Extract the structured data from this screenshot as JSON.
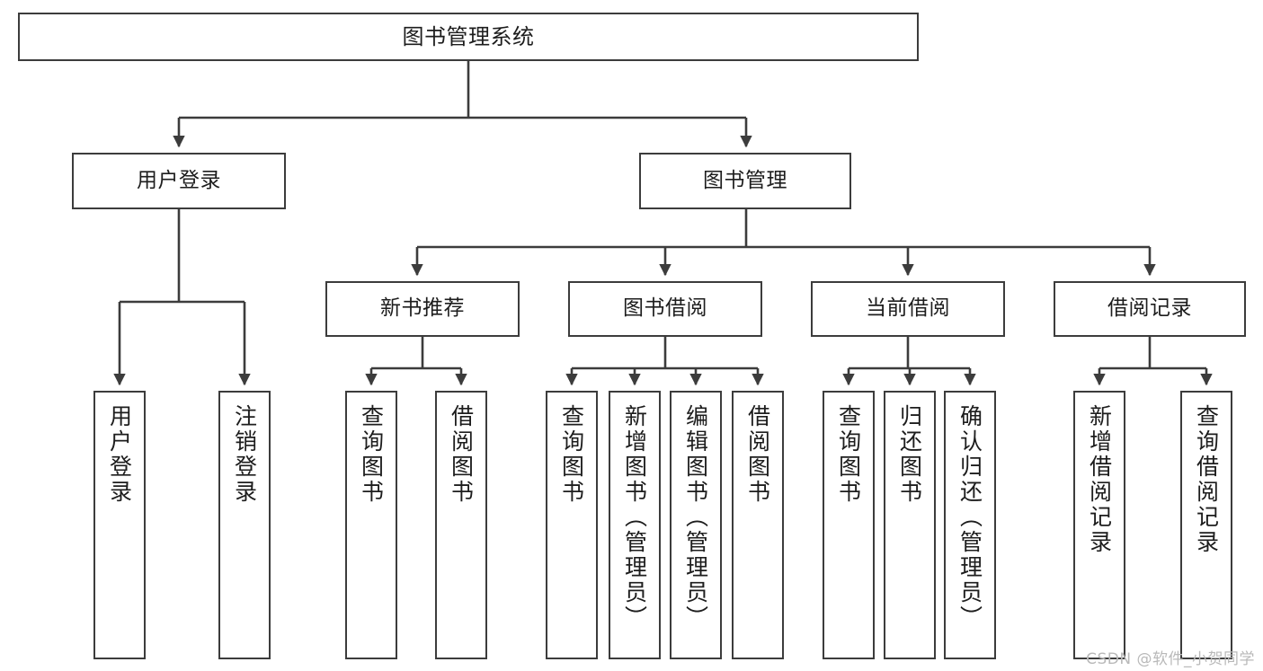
{
  "diagram": {
    "title": "图书管理系统",
    "type": "tree",
    "orientation": "top-down",
    "colors": {
      "box_border": "#3c3c3c",
      "box_fill": "#ffffff",
      "connector": "#3c3c3c",
      "text": "#1d1d1d",
      "background": "#ffffff",
      "watermark": "#b9b9b9"
    },
    "levels": [
      {
        "level": 1,
        "nodes": [
          {
            "id": "root",
            "label": "图书管理系统"
          }
        ]
      },
      {
        "level": 2,
        "nodes": [
          {
            "id": "login",
            "label": "用户登录",
            "parent": "root"
          },
          {
            "id": "bookmgmt",
            "label": "图书管理",
            "parent": "root"
          }
        ]
      },
      {
        "level": 3,
        "nodes": [
          {
            "id": "newbook",
            "label": "新书推荐",
            "parent": "bookmgmt"
          },
          {
            "id": "borrow",
            "label": "图书借阅",
            "parent": "bookmgmt"
          },
          {
            "id": "current",
            "label": "当前借阅",
            "parent": "bookmgmt"
          },
          {
            "id": "records",
            "label": "借阅记录",
            "parent": "bookmgmt"
          }
        ]
      },
      {
        "level": 4,
        "nodes": [
          {
            "id": "leaf1",
            "label": "用户登录",
            "parent": "login"
          },
          {
            "id": "leaf2",
            "label": "注销登录",
            "parent": "login"
          },
          {
            "id": "leaf3",
            "label": "查询图书",
            "parent": "newbook"
          },
          {
            "id": "leaf4",
            "label": "借阅图书",
            "parent": "newbook"
          },
          {
            "id": "leaf5",
            "label": "查询图书",
            "parent": "borrow"
          },
          {
            "id": "leaf6",
            "label": "新增图书（管理员）",
            "parent": "borrow"
          },
          {
            "id": "leaf7",
            "label": "编辑图书（管理员）",
            "parent": "borrow"
          },
          {
            "id": "leaf8",
            "label": "借阅图书",
            "parent": "borrow"
          },
          {
            "id": "leaf9",
            "label": "查询图书",
            "parent": "current"
          },
          {
            "id": "leaf10",
            "label": "归还图书",
            "parent": "current"
          },
          {
            "id": "leaf11",
            "label": "确认归还（管理员）",
            "parent": "current"
          },
          {
            "id": "leaf12",
            "label": "新增借阅记录",
            "parent": "records"
          },
          {
            "id": "leaf13",
            "label": "查询借阅记录",
            "parent": "records"
          }
        ]
      }
    ]
  },
  "watermark": {
    "text": "CSDN @软件_小贺同学"
  }
}
